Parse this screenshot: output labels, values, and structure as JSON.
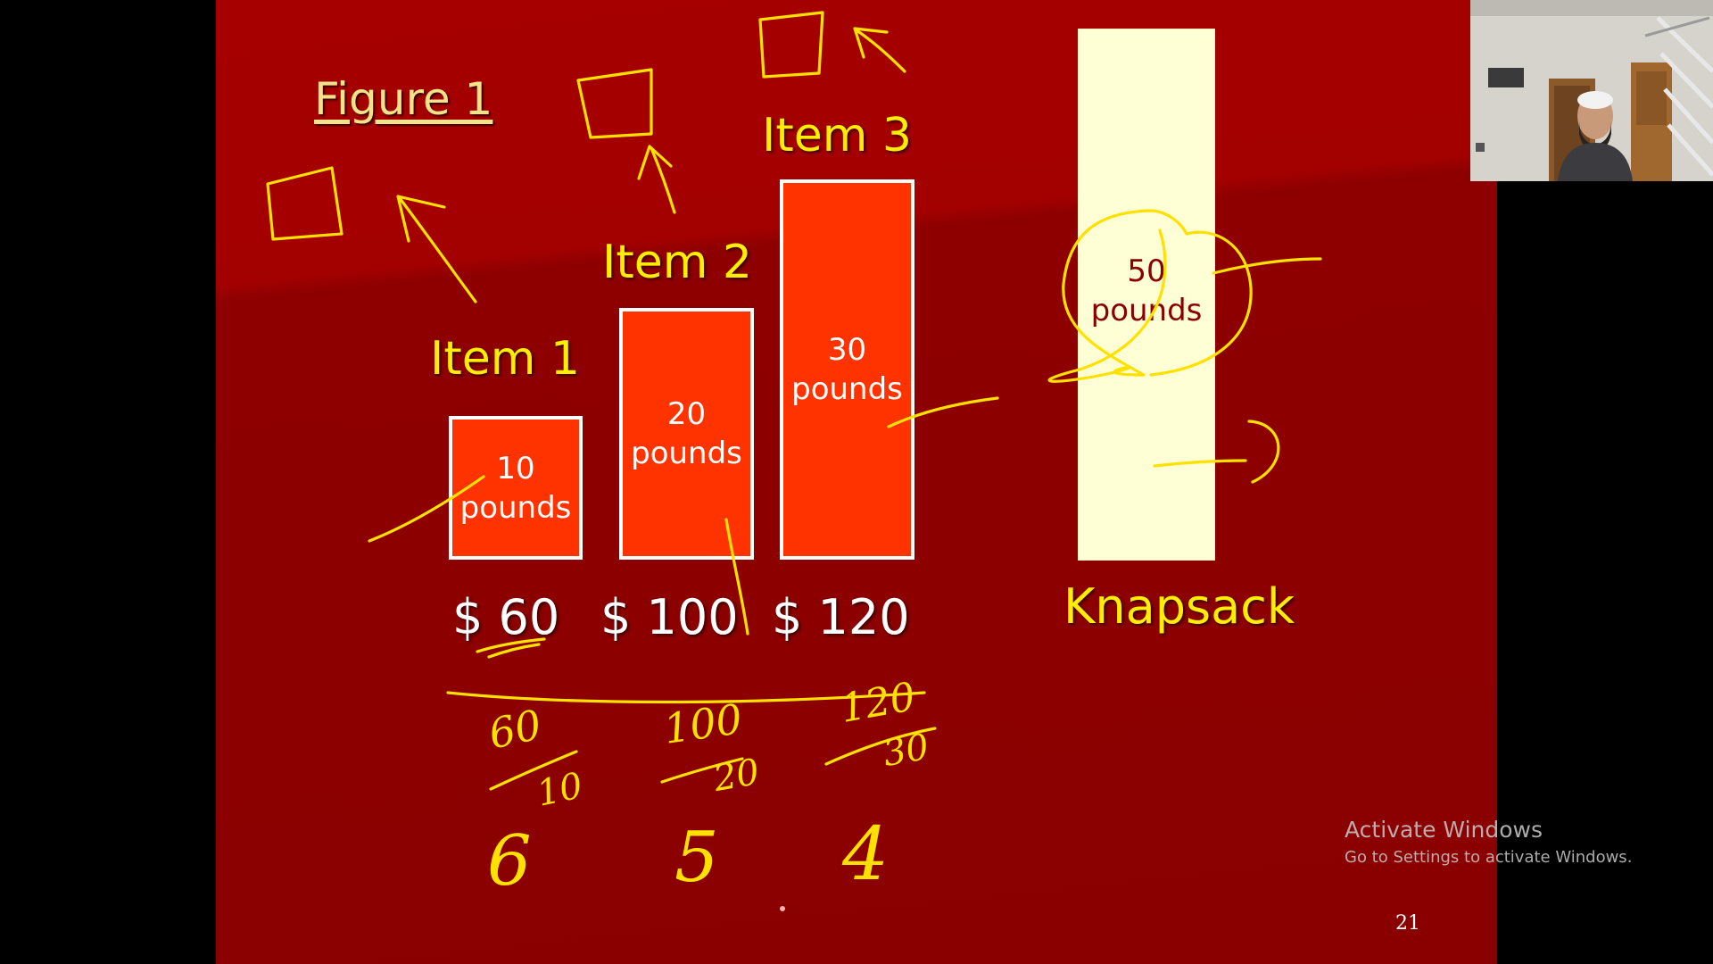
{
  "slide": {
    "title": "Figure 1",
    "items": [
      {
        "label": "Item 1",
        "weight_value": "10",
        "weight_unit": "pounds",
        "price": "$ 60"
      },
      {
        "label": "Item 2",
        "weight_value": "20",
        "weight_unit": "pounds",
        "price": "$ 100"
      },
      {
        "label": "Item 3",
        "weight_value": "30",
        "weight_unit": "pounds",
        "price": "$ 120"
      }
    ],
    "knapsack": {
      "label": "Knapsack",
      "capacity_value": "50",
      "capacity_unit": "pounds"
    },
    "slide_number": "21",
    "colors": {
      "background": "#9a0000",
      "item_box": "#ff3300",
      "label_yellow": "#ffee00",
      "knapsack_fill": "#ffffd6",
      "ink": "#ffe100"
    }
  },
  "annotations": {
    "ratios": [
      {
        "numerator": "60",
        "denominator": "10",
        "result": "6"
      },
      {
        "numerator": "100",
        "denominator": "20",
        "result": "5"
      },
      {
        "numerator": "120",
        "denominator": "30",
        "result": "4"
      }
    ]
  },
  "watermark": {
    "line1": "Activate Windows",
    "line2": "Go to Settings to activate Windows."
  },
  "webcam": {
    "icon": "person-video-icon"
  }
}
